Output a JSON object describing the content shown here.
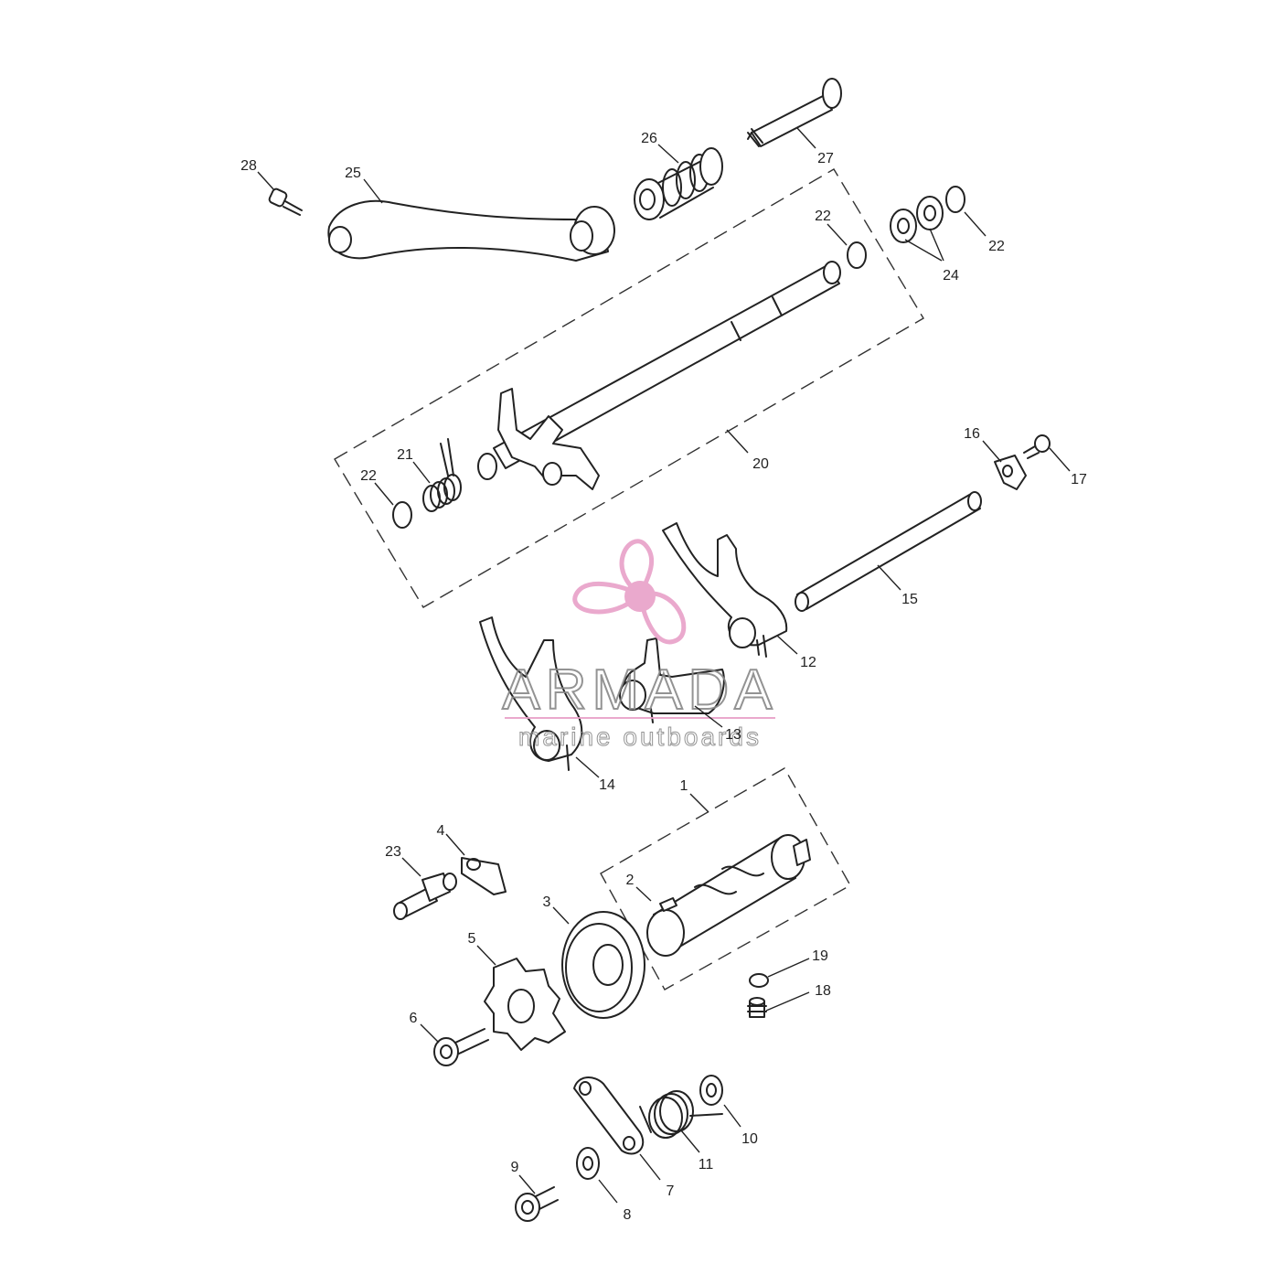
{
  "diagram": {
    "callouts": [
      {
        "id": "c1",
        "text": "1"
      },
      {
        "id": "c2",
        "text": "2"
      },
      {
        "id": "c3",
        "text": "3"
      },
      {
        "id": "c4",
        "text": "4"
      },
      {
        "id": "c5",
        "text": "5"
      },
      {
        "id": "c6",
        "text": "6"
      },
      {
        "id": "c7",
        "text": "7"
      },
      {
        "id": "c8",
        "text": "8"
      },
      {
        "id": "c9",
        "text": "9"
      },
      {
        "id": "c10",
        "text": "10"
      },
      {
        "id": "c11",
        "text": "11"
      },
      {
        "id": "c12",
        "text": "12"
      },
      {
        "id": "c13",
        "text": "13"
      },
      {
        "id": "c14",
        "text": "14"
      },
      {
        "id": "c15",
        "text": "15"
      },
      {
        "id": "c16",
        "text": "16"
      },
      {
        "id": "c17",
        "text": "17"
      },
      {
        "id": "c18",
        "text": "18"
      },
      {
        "id": "c19",
        "text": "19"
      },
      {
        "id": "c20",
        "text": "20"
      },
      {
        "id": "c21",
        "text": "21"
      },
      {
        "id": "c22a",
        "text": "22"
      },
      {
        "id": "c22b",
        "text": "22"
      },
      {
        "id": "c22c",
        "text": "22"
      },
      {
        "id": "c23",
        "text": "23"
      },
      {
        "id": "c24",
        "text": "24"
      },
      {
        "id": "c25",
        "text": "25"
      },
      {
        "id": "c26",
        "text": "26"
      },
      {
        "id": "c27",
        "text": "27"
      },
      {
        "id": "c28",
        "text": "28"
      }
    ]
  },
  "watermark": {
    "brand": "ARMADA",
    "tagline": "marine outboards",
    "color": "#e8a0c8",
    "text_color": "#888888"
  }
}
